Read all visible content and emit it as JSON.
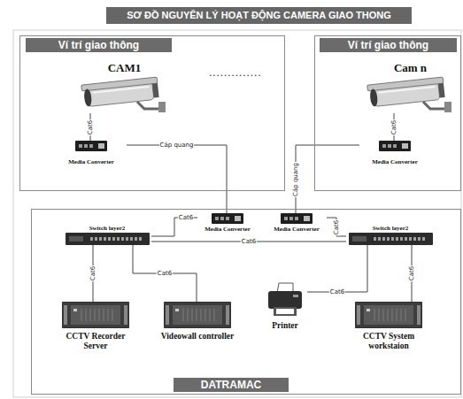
{
  "diagram": {
    "title": "SƠ ĐỒ NGUYÊN LÝ HOẠT ĐỘNG CAMERA GIAO THONG",
    "nodes": [
      {
        "text": [
          "Ví trí giao thông"
        ]
      },
      {
        "text": [
          "CAM1"
        ],
        "in": 0
      },
      {
        "text": [
          "Media Converter"
        ],
        "in": 0
      },
      {
        "text": [
          "Ví trí giao thông"
        ]
      },
      {
        "text": [
          "Cam n"
        ],
        "in": 3
      },
      {
        "text": [
          "Media Converter"
        ],
        "in": 3
      },
      {
        "text": [
          "DATRAMAC"
        ]
      },
      {
        "text": [
          "Switch layer2"
        ],
        "in": 6
      },
      {
        "text": [
          "Media Converter"
        ],
        "in": 6
      },
      {
        "text": [
          "Media Converter"
        ],
        "in": 6
      },
      {
        "text": [
          "Switch layer2"
        ],
        "in": 6
      },
      {
        "text": [
          "CCTV Recorder Server"
        ],
        "in": 6
      },
      {
        "text": [
          "Videowall controller"
        ],
        "in": 6
      },
      {
        "text": [
          "Printer"
        ],
        "in": 6
      },
      {
        "text": [
          "CCTV System workstaion"
        ],
        "in": 6
      }
    ],
    "edges": [
      {
        "from": 1,
        "to": 2,
        "label": "Cat6",
        "arrow": "none"
      },
      {
        "from": 2,
        "to": 8,
        "label": "Cáp quang",
        "arrow": "none"
      },
      {
        "from": 5,
        "to": 9,
        "label": "Cáp quang",
        "arrow": "none"
      },
      {
        "from": 4,
        "to": 5,
        "label": "Cat6",
        "arrow": "none"
      },
      {
        "from": 8,
        "to": 7,
        "label": "Cat6",
        "arrow": "none"
      },
      {
        "from": 9,
        "to": 10,
        "label": "Cat6",
        "arrow": "none"
      },
      {
        "from": 7,
        "to": 10,
        "label": "Cat6",
        "arrow": "none"
      },
      {
        "from": 7,
        "to": 11,
        "label": "Cat6",
        "arrow": "none"
      },
      {
        "from": 7,
        "to": 12,
        "label": "Cat6",
        "arrow": "none"
      },
      {
        "from": 10,
        "to": 13,
        "label": "Cat6",
        "arrow": "none"
      },
      {
        "from": 10,
        "to": 14,
        "label": "Cat6",
        "arrow": "none"
      }
    ],
    "labels": [
      ".............."
    ]
  }
}
